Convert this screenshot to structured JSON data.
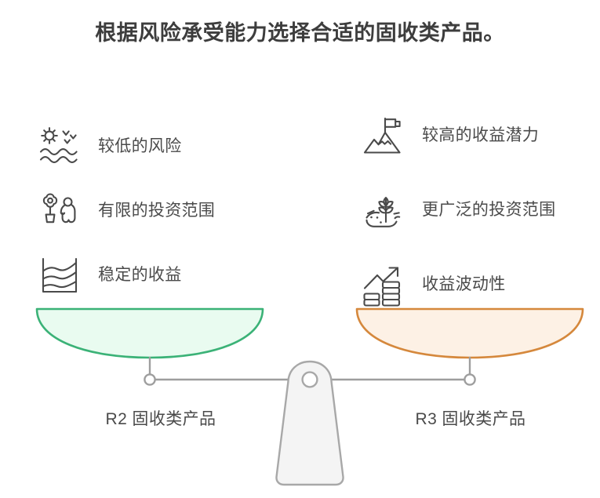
{
  "title": "根据风险承受能力选择合适的固收类产品。",
  "left_column": {
    "features": [
      {
        "icon": "calm-sea-sun-birds-icon",
        "label": "较低的风险"
      },
      {
        "icon": "potted-flower-person-icon",
        "label": "有限的投资范围"
      },
      {
        "icon": "stacked-area-chart-icon",
        "label": "稳定的收益"
      }
    ]
  },
  "right_column": {
    "features": [
      {
        "icon": "mountain-flag-icon",
        "label": "较高的收益潜力"
      },
      {
        "icon": "sprouting-wheat-soil-icon",
        "label": "更广泛的投资范围"
      },
      {
        "icon": "rising-arrow-coins-icon",
        "label": "收益波动性"
      }
    ]
  },
  "scale": {
    "left_pan": {
      "caption": "R2 固收类产品",
      "stroke_color": "#3bb277",
      "fill_color": "#e9fbf0"
    },
    "right_pan": {
      "caption": "R3 固收类产品",
      "stroke_color": "#d5883c",
      "fill_color": "#fdf1e5"
    },
    "beam_color": "#9e9e9e",
    "fulcrum_stroke_color": "#a8a8a8",
    "fulcrum_fill_color": "#f4f4f4"
  },
  "colors": {
    "background": "#ffffff",
    "title_text": "#3d3d3d",
    "body_text": "#4a4a4a",
    "icon_stroke": "#4a4a4a"
  }
}
